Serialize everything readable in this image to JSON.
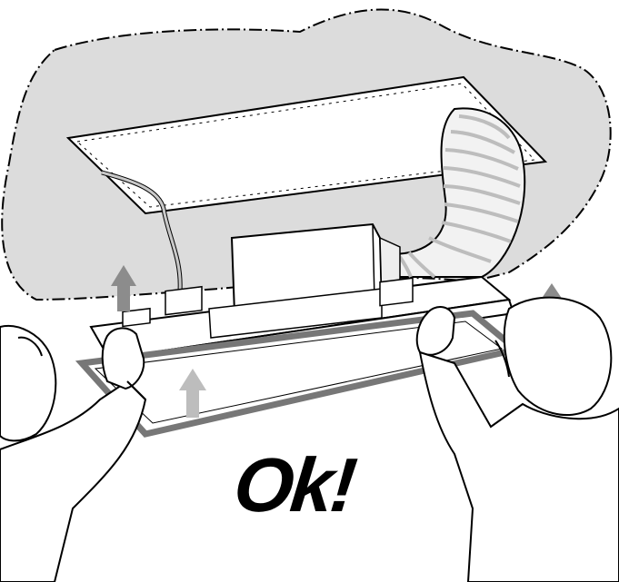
{
  "illustration": {
    "caption": "Ok!",
    "colors": {
      "ceiling_fill": "#dcdcdc",
      "outline": "#000000",
      "arrow_fill": "#8c8c8c",
      "arrow_light_fill": "#bdbdbd",
      "duct_fill": "#f2f2f2",
      "duct_rib": "#bdbdbd",
      "gasket": "#777777"
    },
    "icons": [
      "ceiling-outline",
      "ceiling-opening",
      "flexible-duct",
      "air-handler-unit",
      "lift-arrow-icon",
      "installer-left",
      "installer-right"
    ]
  }
}
